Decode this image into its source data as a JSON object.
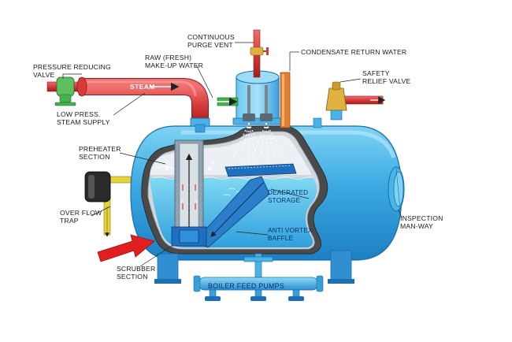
{
  "labels": {
    "pressure_reducing_valve": [
      "PRESSURE REDUCING",
      "VALVE"
    ],
    "raw_makeup_water": [
      "RAW (FRESH)",
      "MAKE-UP WATER"
    ],
    "continuous_purge_vent": [
      "CONTINUOUS",
      "PURGE VENT"
    ],
    "condensate_return_water": [
      "CONDENSATE RETURN WATER"
    ],
    "safety_relief_valve": [
      "SAFETY",
      "RELIEF VALVE"
    ],
    "steam": "STEAM",
    "low_press_steam_supply": [
      "LOW PRESS.",
      "STEAM SUPPLY"
    ],
    "preheater_section": [
      "PREHEATER",
      "SECTION"
    ],
    "over_flow_trap": [
      "OVER FLOW",
      "TRAP"
    ],
    "deaerated_storage": [
      "DEAERATED",
      "STORAGE"
    ],
    "anti_vortex_baffle": [
      "ANTI VORTEX",
      "BAFFLE"
    ],
    "inspection_manway": [
      "INSPECTION",
      "MAN-WAY"
    ],
    "scrubber_section": [
      "SCRUBBER",
      "SECTION"
    ],
    "boiler_feed_pumps": "BOILER FEED PUMPS"
  },
  "colors": {
    "tank_blue": "#35a8e0",
    "water_blue": "#57c6ea",
    "deep_blue": "#1f6fc0",
    "steam_pipe_red": "#d63a3a",
    "vent_pipe_red": "#c0392b",
    "condensate_orange": "#e0802f",
    "makeup_green": "#45b14d",
    "valve_green": "#5fbf5f",
    "relief_valve_gold": "#e0b040",
    "trap_yellow": "#e6d23c",
    "steel_grey": "#8c8c8c",
    "arrow_red": "#e02020"
  },
  "icons": [
    "pressure-reducing-valve-icon",
    "safety-relief-valve-icon",
    "overflow-trap-icon",
    "spray-nozzle-icon",
    "pump-icon"
  ]
}
